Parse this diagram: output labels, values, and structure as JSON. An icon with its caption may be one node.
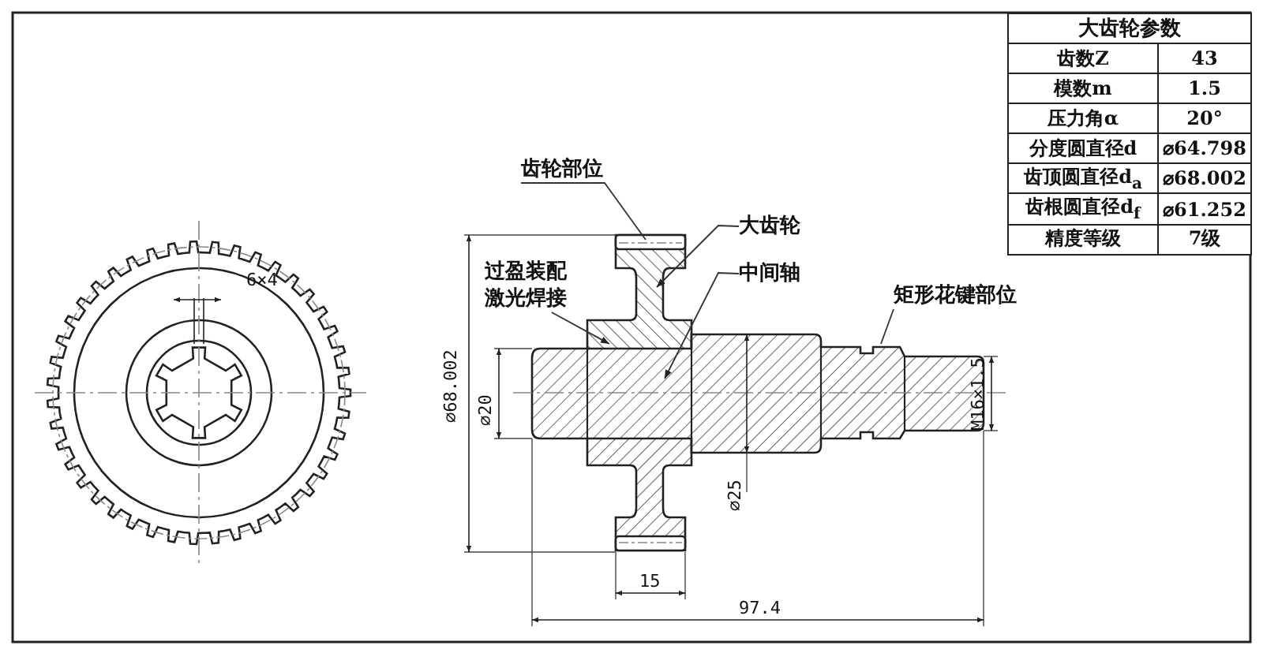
{
  "diagram": {
    "nodes": [
      {
        "text": [
          "齿轮部位"
        ]
      },
      {
        "text": [
          "大齿轮"
        ]
      },
      {
        "text": [
          "中间轴"
        ]
      },
      {
        "text": [
          "过盈装配激光焊接"
        ]
      },
      {
        "text": [
          "矩形花键部位"
        ]
      }
    ],
    "edges": [
      {
        "from": 0,
        "to": null,
        "arrow": "none"
      },
      {
        "from": 1,
        "to": null,
        "arrow": "to"
      },
      {
        "from": 2,
        "to": null,
        "arrow": "to"
      },
      {
        "from": 3,
        "to": null,
        "arrow": "to"
      },
      {
        "from": 4,
        "to": null,
        "arrow": "none"
      }
    ],
    "labels": [
      "大齿轮参数",
      "齿数Z",
      "43",
      "模数m",
      "1.5",
      "压力角α",
      "20°",
      "分度圆直径d",
      "⌀64.798",
      "齿顶圆直径d$_{a}$",
      "⌀68.002",
      "齿根圆直径d$_{f}$",
      "⌀61.252",
      "精度等级",
      "7级",
      "6×4",
      "⌀68.002",
      "⌀20",
      "⌀25",
      "15",
      "97.4",
      "M16×1.5"
    ]
  }
}
